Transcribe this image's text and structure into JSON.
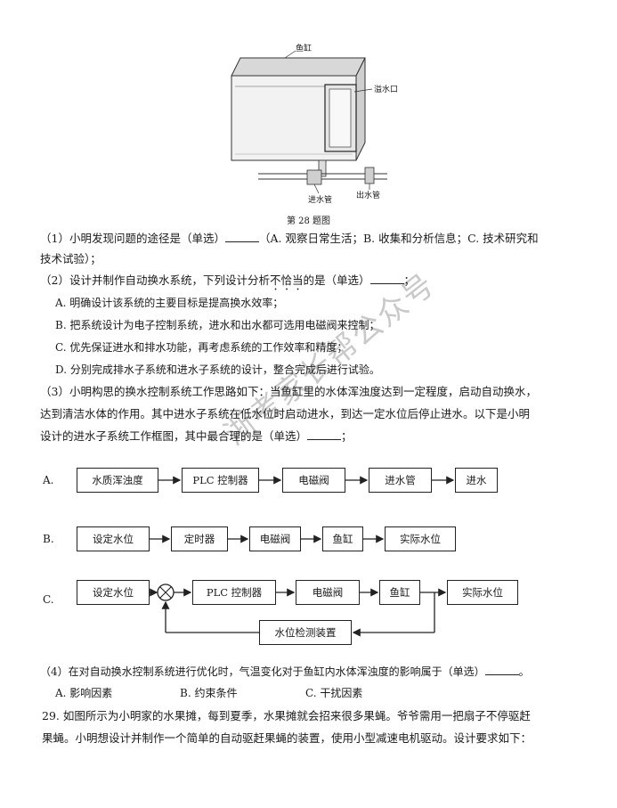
{
  "figure": {
    "label_tank": "鱼缸",
    "label_drain": "溢水口",
    "label_inlet": "进水管",
    "label_outlet": "出水管",
    "caption": "第 28 题图"
  },
  "q1": {
    "text_a": "（1）小明发现问题的途径是（单选）",
    "text_b": "（A. 观察日常生活；B. 收集和分析信息；C. 技术研究和",
    "text_c": "技术试验）；"
  },
  "q2": {
    "stem_a": "（2）设计并制作自动换水系统，下列设计分析",
    "stem_emph": "不恰当",
    "stem_b": "的是（单选）",
    "stem_end": "；",
    "options": [
      "A. 明确设计该系统的主要目标是提高换水效率；",
      "B. 把系统设计为电子控制系统，进水和出水都可选用电磁阀来控制；",
      "C. 优先保证进水和排水功能，再考虑系统的工作效率和精度；",
      "D. 分别完成排水子系统和进水子系统的设计，整合完成后进行试验。"
    ]
  },
  "q3": {
    "line1": "（3）小明构思的换水控制系统工作思路如下：当鱼缸里的水体浑浊度达到一定程度，启动自动换水，",
    "line2": "达到清洁水体的作用。其中进水子系统在低水位时启动进水，到达一定水位后停止进水。以下是小明",
    "line3_a": "设计的进水子系统工作框图，其中最合理的是（单选）",
    "line3_end": "；"
  },
  "diagrams": {
    "a": {
      "label": "A.",
      "boxes": [
        "水质浑浊度",
        "PLC 控制器",
        "电磁阀",
        "进水管",
        "进水"
      ]
    },
    "b": {
      "label": "B.",
      "boxes": [
        "设定水位",
        "定时器",
        "电磁阀",
        "鱼缸",
        "实际水位"
      ]
    },
    "c": {
      "label": "C.",
      "boxes": [
        "设定水位",
        "PLC 控制器",
        "电磁阀",
        "鱼缸",
        "实际水位"
      ],
      "feedback": "水位检测装置"
    }
  },
  "q4": {
    "text": "（4）在对自动换水控制系统进行优化时，气温变化对于鱼缸内水体浑浊度的影响属于（单选）",
    "text_end": "。",
    "options": [
      "A. 影响因素",
      "B. 约束条件",
      "C. 干扰因素"
    ]
  },
  "q29": {
    "line1": "29. 如图所示为小明家的水果摊，每到夏季，水果摊就会招来很多果蝇。爷爷需用一把扇子不停驱赶",
    "line2": "果蝇。小明想设计并制作一个简单的自动驱赶果蝇的装置，使用小型减速电机驱动。设计要求如下："
  },
  "watermark": "浙考家长帮公众号"
}
